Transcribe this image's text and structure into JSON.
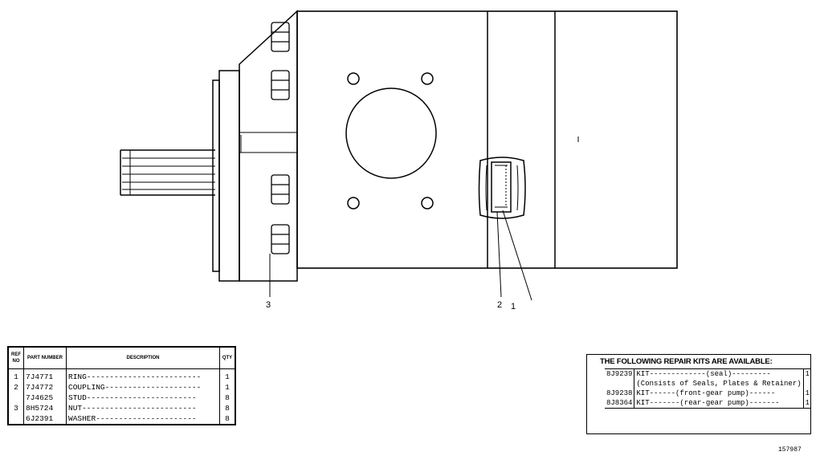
{
  "callouts": {
    "c1": "1",
    "c2": "2",
    "c3": "3"
  },
  "parts_table": {
    "headers": {
      "ref": "REF NO",
      "part_number": "PART NUMBER",
      "description": "DESCRIPTION",
      "qty": "QTY"
    },
    "rows": [
      {
        "ref": "1",
        "part_number": "7J4771",
        "description": "RING-------------------------",
        "qty": "1"
      },
      {
        "ref": "2",
        "part_number": "7J4772",
        "description": "COUPLING---------------------",
        "qty": "1"
      },
      {
        "ref": "",
        "part_number": "7J4625",
        "description": "STUD------------------------",
        "qty": "8"
      },
      {
        "ref": "3",
        "part_number": "8H5724",
        "description": "NUT-------------------------",
        "qty": "8"
      },
      {
        "ref": "",
        "part_number": "6J2391",
        "description": "WASHER----------------------",
        "qty": "8"
      }
    ]
  },
  "repair_kits": {
    "title": "THE FOLLOWING REPAIR KITS ARE AVAILABLE:",
    "rows": [
      {
        "part_number": "8J9239",
        "description": "KIT-------------(seal)---------",
        "qty": "1"
      },
      {
        "part_number": "",
        "description": "(Consists of Seals, Plates & Retainer)",
        "qty": ""
      },
      {
        "part_number": "8J9238",
        "description": "KIT------(front-gear pump)------",
        "qty": "1"
      },
      {
        "part_number": "8J8364",
        "description": "KIT-------(rear-gear pump)-------",
        "qty": "1"
      }
    ]
  },
  "drawing_number": "157987"
}
